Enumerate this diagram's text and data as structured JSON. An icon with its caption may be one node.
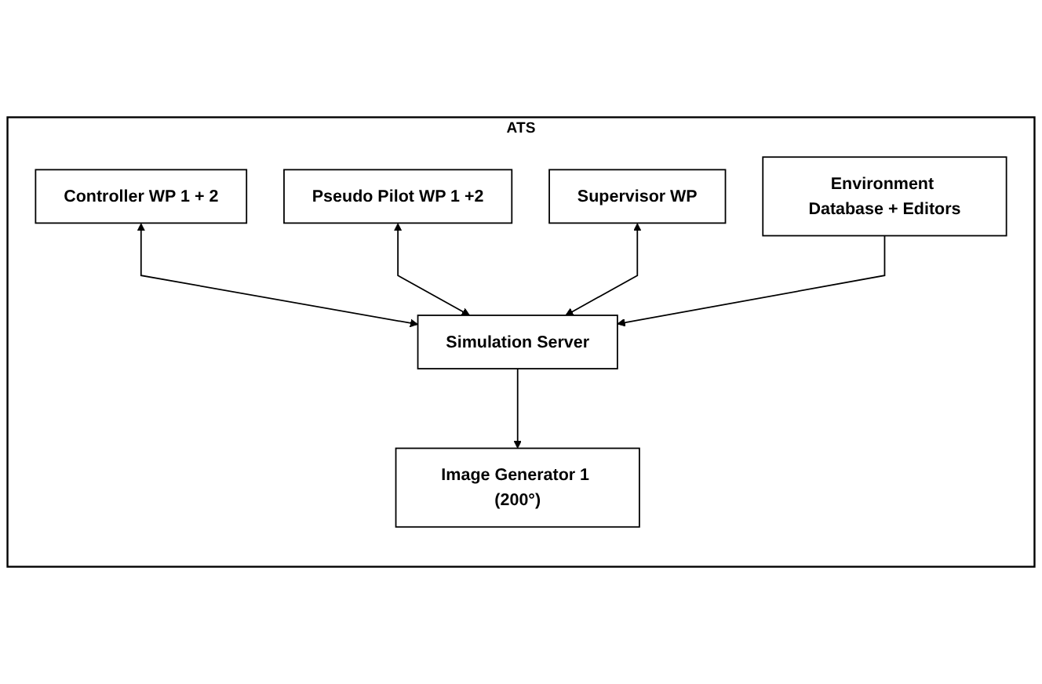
{
  "diagram": {
    "nodes": [
      {
        "text": [
          "ATS"
        ]
      },
      {
        "text": [
          "Controller WP 1 + 2"
        ],
        "in": 0
      },
      {
        "text": [
          "Pseudo Pilot WP 1 +2"
        ],
        "in": 0
      },
      {
        "text": [
          "Supervisor WP"
        ],
        "in": 0
      },
      {
        "text": [
          "Image Generator 1 (200°)"
        ],
        "in": 0
      },
      {
        "text": [
          "Simulation Server"
        ],
        "in": 0
      },
      {
        "text": [
          "Environment Database + Editors"
        ],
        "in": 0
      }
    ],
    "edges": [
      {
        "from": 1,
        "to": 5,
        "arrow": "both"
      },
      {
        "from": 2,
        "to": 5,
        "arrow": "both"
      },
      {
        "from": 3,
        "to": 5,
        "arrow": "both"
      },
      {
        "from": 5,
        "to": 4,
        "arrow": "to"
      },
      {
        "from": 6,
        "to": 5,
        "arrow": "to"
      }
    ]
  }
}
